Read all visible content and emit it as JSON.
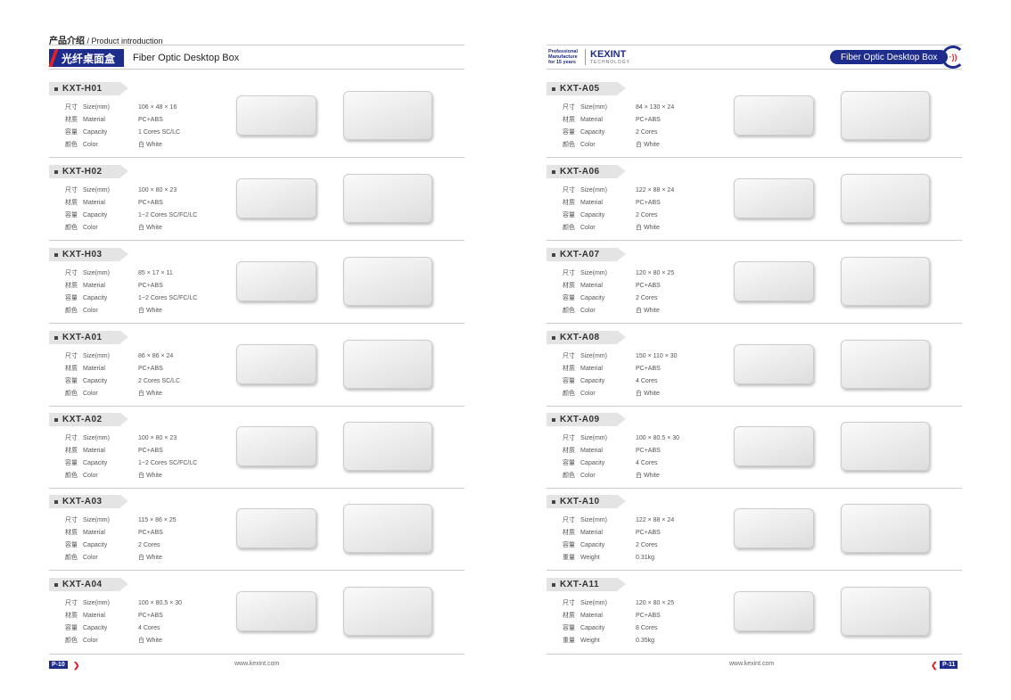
{
  "left": {
    "breadcrumb_cn": "产品介绍",
    "breadcrumb_en": "/ Product introduction",
    "title_cn": "光纤桌面盒",
    "title_en": "Fiber Optic Desktop Box",
    "products": [
      {
        "model": "KXT-H01",
        "rows": [
          [
            "尺寸",
            "Size(mm)",
            "106 × 48 × 16"
          ],
          [
            "材质",
            "Material",
            "PC+ABS"
          ],
          [
            "容量",
            "Capacity",
            "1 Cores SC/LC"
          ],
          [
            "颜色",
            "Color",
            "白 White"
          ]
        ]
      },
      {
        "model": "KXT-H02",
        "rows": [
          [
            "尺寸",
            "Size(mm)",
            "100 × 80 × 23"
          ],
          [
            "材质",
            "Material",
            "PC+ABS"
          ],
          [
            "容量",
            "Capacity",
            "1~2 Cores SC/FC/LC"
          ],
          [
            "颜色",
            "Color",
            "白 White"
          ]
        ]
      },
      {
        "model": "KXT-H03",
        "rows": [
          [
            "尺寸",
            "Size(mm)",
            "85 × 17 × 11"
          ],
          [
            "材质",
            "Material",
            "PC+ABS"
          ],
          [
            "容量",
            "Capacity",
            "1~2 Cores  SC/FC/LC"
          ],
          [
            "颜色",
            "Color",
            "白 White"
          ]
        ]
      },
      {
        "model": "KXT-A01",
        "rows": [
          [
            "尺寸",
            "Size(mm)",
            "86 × 86 × 24"
          ],
          [
            "材质",
            "Material",
            "PC+ABS"
          ],
          [
            "容量",
            "Capacity",
            "2 Cores SC/LC"
          ],
          [
            "颜色",
            "Color",
            "白 White"
          ]
        ]
      },
      {
        "model": "KXT-A02",
        "rows": [
          [
            "尺寸",
            "Size(mm)",
            "100 × 80 × 23"
          ],
          [
            "材质",
            "Material",
            "PC+ABS"
          ],
          [
            "容量",
            "Capacity",
            "1~2 Cores SC/FC/LC"
          ],
          [
            "颜色",
            "Color",
            "白 White"
          ]
        ]
      },
      {
        "model": "KXT-A03",
        "rows": [
          [
            "尺寸",
            "Size(mm)",
            "115 × 86 × 25"
          ],
          [
            "材质",
            "Material",
            "PC+ABS"
          ],
          [
            "容量",
            "Capacity",
            "2 Cores"
          ],
          [
            "颜色",
            "Color",
            "白 White"
          ]
        ]
      },
      {
        "model": "KXT-A04",
        "rows": [
          [
            "尺寸",
            "Size(mm)",
            "100 × 80.5 × 30"
          ],
          [
            "材质",
            "Material",
            "PC+ABS"
          ],
          [
            "容量",
            "Capacity",
            "4 Cores"
          ],
          [
            "颜色",
            "Color",
            "白 White"
          ]
        ]
      }
    ],
    "website": "www.kexint.com",
    "page": "P-10"
  },
  "right": {
    "logo_tagline": "Professional Manufacture for 15 years",
    "logo_name": "KEXINT",
    "logo_sub": "TECHNOLOGY",
    "title_en": "Fiber Optic Desktop Box",
    "products": [
      {
        "model": "KXT-A05",
        "rows": [
          [
            "尺寸",
            "Size(mm)",
            "84 × 130 × 24"
          ],
          [
            "材质",
            "Material",
            "PC+ABS"
          ],
          [
            "容量",
            "Capacity",
            "2 Cores"
          ],
          [
            "颜色",
            "Color",
            "白 White"
          ]
        ]
      },
      {
        "model": "KXT-A06",
        "rows": [
          [
            "尺寸",
            "Size(mm)",
            "122 × 88 × 24"
          ],
          [
            "材质",
            "Material",
            "PC+ABS"
          ],
          [
            "容量",
            "Capacity",
            "2 Cores"
          ],
          [
            "颜色",
            "Color",
            "白 White"
          ]
        ]
      },
      {
        "model": "KXT-A07",
        "rows": [
          [
            "尺寸",
            "Size(mm)",
            "120 × 80 × 25"
          ],
          [
            "材质",
            "Material",
            "PC+ABS"
          ],
          [
            "容量",
            "Capacity",
            "2 Cores"
          ],
          [
            "颜色",
            "Color",
            "白 White"
          ]
        ]
      },
      {
        "model": "KXT-A08",
        "rows": [
          [
            "尺寸",
            "Size(mm)",
            "150 × 110 × 30"
          ],
          [
            "材质",
            "Material",
            "PC+ABS"
          ],
          [
            "容量",
            "Capacity",
            "4 Cores"
          ],
          [
            "颜色",
            "Color",
            "白 White"
          ]
        ]
      },
      {
        "model": "KXT-A09",
        "rows": [
          [
            "尺寸",
            "Size(mm)",
            "100 × 80.5 × 30"
          ],
          [
            "材质",
            "Material",
            "PC+ABS"
          ],
          [
            "容量",
            "Capacity",
            "4 Cores"
          ],
          [
            "颜色",
            "Color",
            "白 White"
          ]
        ]
      },
      {
        "model": "KXT-A10",
        "rows": [
          [
            "尺寸",
            "Size(mm)",
            "122 × 88 × 24"
          ],
          [
            "材质",
            "Material",
            "PC+ABS"
          ],
          [
            "容量",
            "Capacity",
            "2 Cores"
          ],
          [
            "重量",
            "Weight",
            "0.31kg"
          ]
        ]
      },
      {
        "model": "KXT-A11",
        "rows": [
          [
            "尺寸",
            "Size(mm)",
            "120 × 80 × 25"
          ],
          [
            "材质",
            "Material",
            "PC+ABS"
          ],
          [
            "容量",
            "Capacity",
            "8 Cores"
          ],
          [
            "重量",
            "Weight",
            "0.35kg"
          ]
        ]
      }
    ],
    "website": "www.kexint.com",
    "page": "P-11"
  },
  "colors": {
    "brand": "#1e2d8c",
    "accent": "#e0202a"
  }
}
